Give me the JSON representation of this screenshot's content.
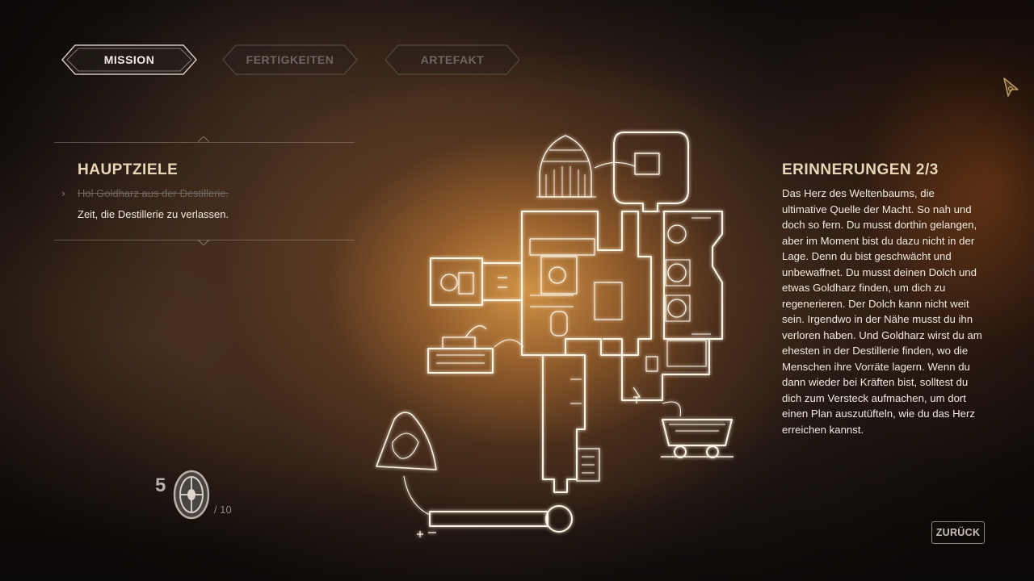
{
  "tabs": [
    {
      "label": "MISSION",
      "active": true
    },
    {
      "label": "FERTIGKEITEN",
      "active": false
    },
    {
      "label": "ARTEFAKT",
      "active": false
    }
  ],
  "objectives": {
    "title": "HAUPTZIELE",
    "completed": "Hol Goldharz aus der Destillerie.",
    "current": "Zeit, die Destillerie zu verlassen."
  },
  "memories": {
    "title": "ERINNERUNGEN 2/3",
    "text": "Das Herz des Weltenbaums, die ultimative Quelle der Macht. So nah und doch so fern. Du musst dorthin gelangen, aber im Moment bist du dazu nicht in der Lage. Denn du bist geschwächt und unbewaffnet. Du musst deinen Dolch und etwas Goldharz finden, um dich zu regenerieren. Der Dolch kann nicht weit sein. Irgendwo in der Nähe musst du ihn verloren haben. Und Goldharz wirst du am ehesten in der Destillerie finden, wo die Menschen ihre Vorräte lagern. Wenn du dann wieder bei Kräften bist, solltest du dich zum Versteck aufmachen, um dort einen Plan auszutüfteln, wie du das Herz erreichen kannst."
  },
  "collectible": {
    "count": "5",
    "total": "/ 10",
    "icon": "shield-icon"
  },
  "back_button": {
    "label": "ZURÜCK"
  },
  "colors": {
    "accent_gold": "#e8d6b8",
    "map_line": "#fff6e6",
    "inactive_tab": "#6e6660"
  }
}
